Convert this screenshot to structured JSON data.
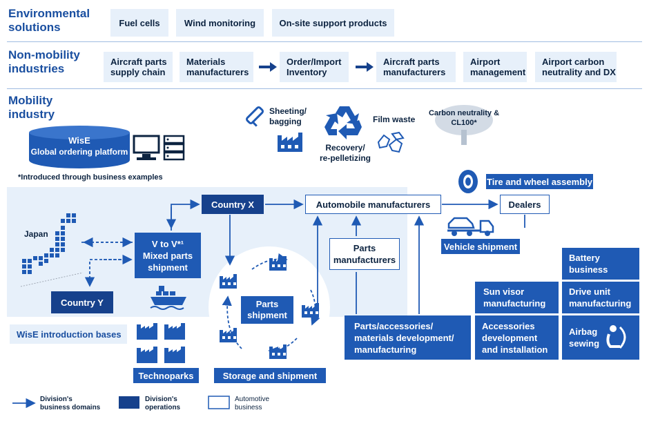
{
  "sections": {
    "environmental": "Environmental\nsolutions",
    "non_mobility": "Non-mobility\nindustries",
    "mobility": "Mobility\nindustry"
  },
  "environmental": {
    "items": [
      "Fuel cells",
      "Wind monitoring",
      "On-site support products"
    ]
  },
  "non_mobility": {
    "items": [
      "Aircraft parts\nsupply chain",
      "Materials\nmanufacturers",
      "Order/Import\nInventory",
      "Aircraft parts\nmanufacturers",
      "Airport\nmanagement",
      "Airport carbon\nneutrality and DX"
    ]
  },
  "mobility_top": {
    "wise_title": "WisE",
    "wise_subtitle": "Global ordering platform",
    "sheeting": "Sheeting/\nbagging",
    "recovery": "Recovery/\nre-pelletizing",
    "film_waste": "Film waste",
    "carbon": "Carbon neutrality &\nCL100*"
  },
  "footnote": "*Introduced through business examples",
  "flow": {
    "japan": "Japan",
    "country_x": "Country X",
    "country_y": "Country Y",
    "v_to_v": "V to V*¹\nMixed parts\nshipment",
    "automobile_manufacturers": "Automobile manufacturers",
    "dealers": "Dealers",
    "tire_wheel": "Tire and wheel assembly",
    "vehicle_shipment": "Vehicle shipment",
    "parts_manufacturers": "Parts\nmanufacturers",
    "parts_shipment": "Parts\nshipment",
    "wise_bases": "WisE introduction bases",
    "technoparks": "Technoparks",
    "storage_shipment": "Storage and shipment",
    "parts_dev": "Parts/accessories/\nmaterials development/\nmanufacturing",
    "sun_visor": "Sun visor\nmanufacturing",
    "accessories": "Accessories\ndevelopment\nand installation",
    "battery": "Battery\nbusiness",
    "drive_unit": "Drive unit\nmanufacturing",
    "airbag": "Airbag\nsewing"
  },
  "legend": {
    "domains": "Division's\nbusiness domains",
    "operations": "Division's\noperations",
    "automotive": "Automotive\nbusiness"
  },
  "colors": {
    "dark_blue": "#1f5ab4",
    "navy": "#16418c",
    "light_blue": "#e7f0fa",
    "title_blue": "#1a4fa0"
  }
}
